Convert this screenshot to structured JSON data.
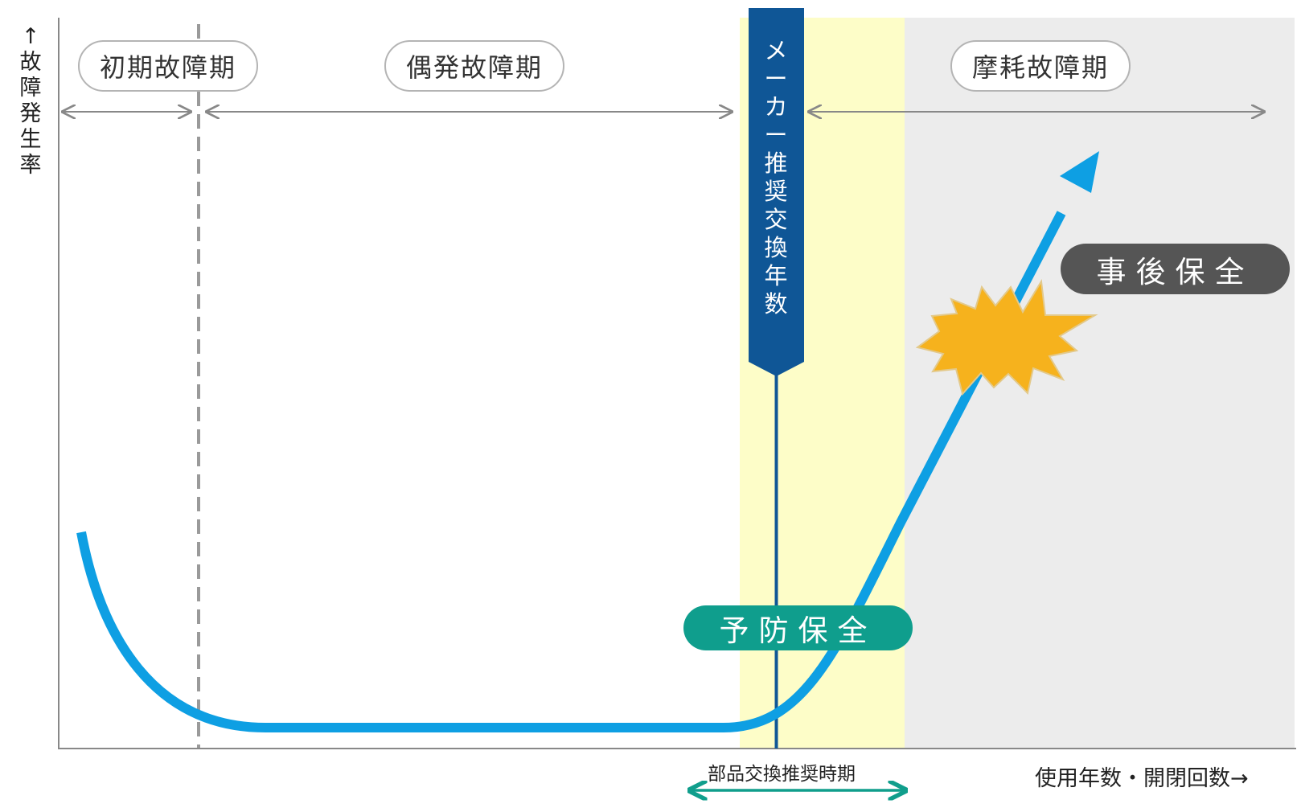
{
  "y_axis_label": "↑故障発生率",
  "x_axis_label": "使用年数・開閉回数→",
  "phases": {
    "early": "初期故障期",
    "random": "偶発故障期",
    "wearout": "摩耗故障期"
  },
  "maker_recommended": "メーカー推奨交換年数",
  "replacement_window_label": "部品交換推奨時期",
  "preventive_label": "予防保全",
  "corrective_label": "事後保全",
  "colors": {
    "curve": "#0e9fe3",
    "maker_banner": "#0f5696",
    "recommended_zone": "#fdfdc8",
    "wearout_zone": "#ececec",
    "preventive_badge": "#0f9e8d",
    "corrective_badge": "#555555",
    "burst": "#f6b21d",
    "window_arrow": "#109e8c"
  }
}
